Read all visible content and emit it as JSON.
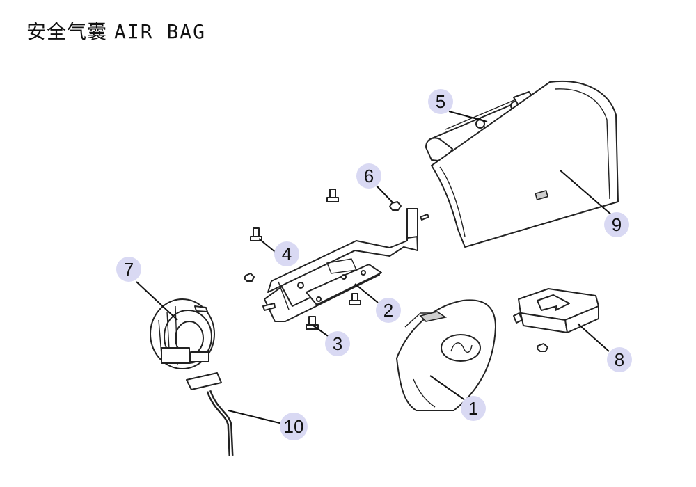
{
  "header": {
    "title_cn": "安全气囊",
    "title_en": "AIR BAG"
  },
  "callouts": [
    {
      "id": "1",
      "label": "1"
    },
    {
      "id": "2",
      "label": "2"
    },
    {
      "id": "3",
      "label": "3"
    },
    {
      "id": "4",
      "label": "4"
    },
    {
      "id": "5",
      "label": "5"
    },
    {
      "id": "6",
      "label": "6"
    },
    {
      "id": "7",
      "label": "7"
    },
    {
      "id": "8",
      "label": "8"
    },
    {
      "id": "9",
      "label": "9"
    },
    {
      "id": "10",
      "label": "10"
    }
  ],
  "colors": {
    "callout_fill": "#d9d9f3",
    "line": "#222222"
  }
}
